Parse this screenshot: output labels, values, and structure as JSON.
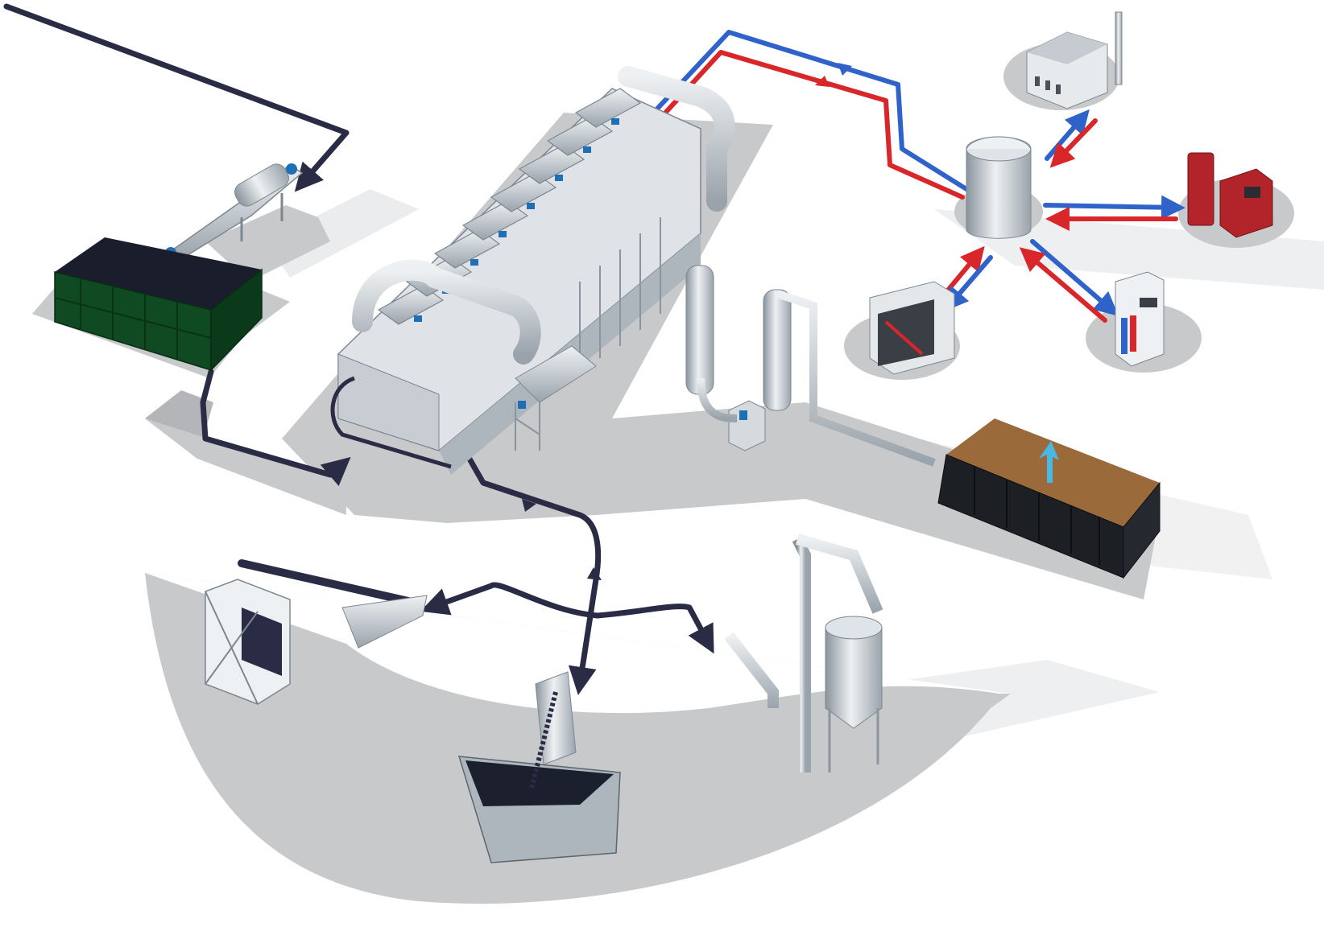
{
  "diagram": {
    "colors": {
      "background": "#ffffff",
      "floor": "#c8c9cb",
      "floor_dark": "#b3b5b8",
      "shadow": "#e3e4e6",
      "sludge_line": "#2a2c45",
      "hot_line": "#d8262a",
      "cold_line": "#2f63c9",
      "steel_light": "#e8ecef",
      "steel_mid": "#b9c1c8",
      "steel_dark": "#7d8790",
      "accent_blue": "#1f6fb5",
      "container_green": "#0f4a22",
      "container_black": "#1c1f24",
      "dried_product": "#9a6a3a",
      "vapour_arrow": "#4ab8e0",
      "boiler_red": "#b3232a"
    },
    "components": [
      {
        "id": "sludge-inlet-line",
        "icon": "pipe-arrow"
      },
      {
        "id": "screw-feeder",
        "icon": "screw-conveyor"
      },
      {
        "id": "wet-sludge-container",
        "icon": "container"
      },
      {
        "id": "belt-dryer",
        "icon": "dryer"
      },
      {
        "id": "heat-exchanger-columns",
        "icon": "scrubber"
      },
      {
        "id": "dried-product-container",
        "icon": "container"
      },
      {
        "id": "heat-buffer-tank",
        "icon": "tank"
      },
      {
        "id": "chp-plant",
        "icon": "factory"
      },
      {
        "id": "biomass-boiler",
        "icon": "boiler"
      },
      {
        "id": "heat-pump",
        "icon": "heat-pump"
      },
      {
        "id": "gas-boiler",
        "icon": "boiler"
      },
      {
        "id": "big-bag-station",
        "icon": "big-bag"
      },
      {
        "id": "truck-skip-loader",
        "icon": "skip"
      },
      {
        "id": "storage-silo",
        "icon": "silo"
      }
    ]
  }
}
